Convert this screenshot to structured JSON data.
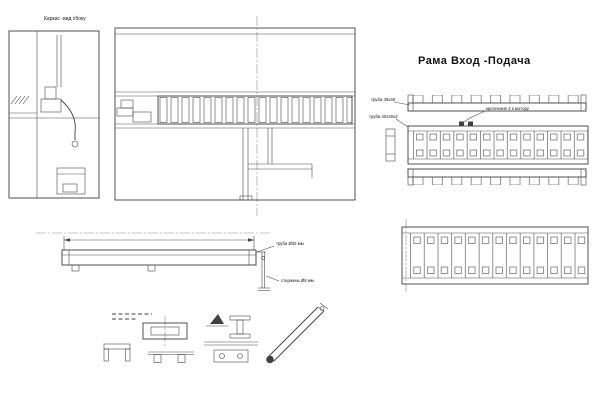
{
  "labels": {
    "side_view": "Каркас -вид сбоку",
    "frame_io": "Рама  Вход -Подача",
    "tube4040": "труба 40х40",
    "mount_motor": "крепление 4 к мотору",
    "tube4040x2": "труба 40х40х2",
    "tube_d32": "труба Ø32 мм",
    "rod_d8": "стержень Ø8 мм"
  },
  "colors": {
    "line": "#3f3f44",
    "centerline": "#8a8a8a",
    "text": "#111111",
    "background": "#ffffff"
  }
}
